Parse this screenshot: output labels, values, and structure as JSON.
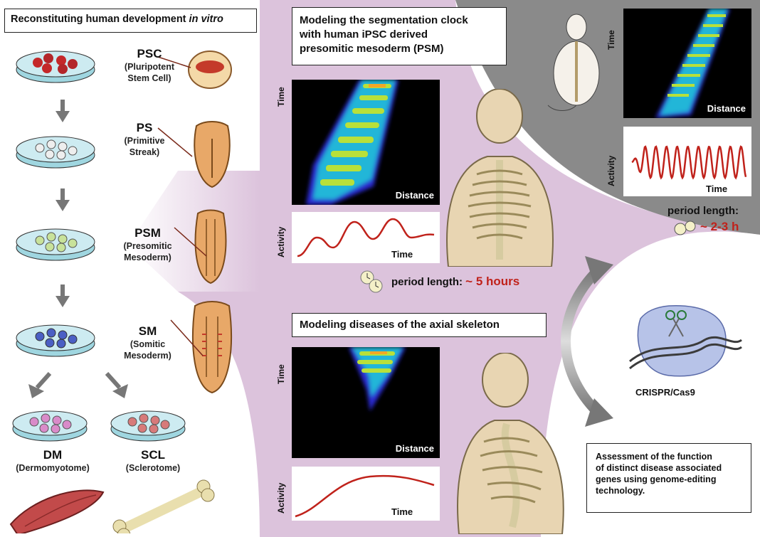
{
  "left": {
    "title_pre": "Reconstituting human development ",
    "title_em": "in vitro",
    "stages": [
      {
        "abbr": "PSC",
        "name_l1": "(Pluripotent",
        "name_l2": "Stem Cell)"
      },
      {
        "abbr": "PS",
        "name_l1": "(Primitive",
        "name_l2": "Streak)"
      },
      {
        "abbr": "PSM",
        "name_l1": "(Presomitic",
        "name_l2": "Mesoderm)"
      },
      {
        "abbr": "SM",
        "name_l1": "(Somitic",
        "name_l2": "Mesoderm)"
      }
    ],
    "dm": {
      "abbr": "DM",
      "name": "(Dermomyotome)"
    },
    "scl": {
      "abbr": "SCL",
      "name": "(Sclerotome)"
    }
  },
  "center": {
    "title_l1": "Modeling the segmentation clock",
    "title_l2": "with human iPSC derived",
    "title_l3": "presomitic mesoderm (PSM)",
    "time_label": "Time",
    "distance_label": "Distance",
    "activity_label": "Activity",
    "plot_time_label": "Time",
    "period_prefix": "period length: ",
    "period_value": "~ 5 hours",
    "disease_title": "Modeling diseases of the axial skeleton"
  },
  "right": {
    "time_label": "Time",
    "distance_label": "Distance",
    "activity_label": "Activity",
    "plot_time_label": "Time",
    "period_l1": "period length:",
    "period_value": "~ 2-3 h",
    "crispr_label": "CRISPR/Cas9",
    "assess_l1": "Assessment of the function",
    "assess_l2": "of distinct disease associated",
    "assess_l3": "genes using genome-editing",
    "assess_l4": "technology."
  },
  "colors": {
    "panel_pink": "#dcc3dc",
    "panel_gray": "#8a8a8a",
    "accent_red": "#c0221b"
  }
}
